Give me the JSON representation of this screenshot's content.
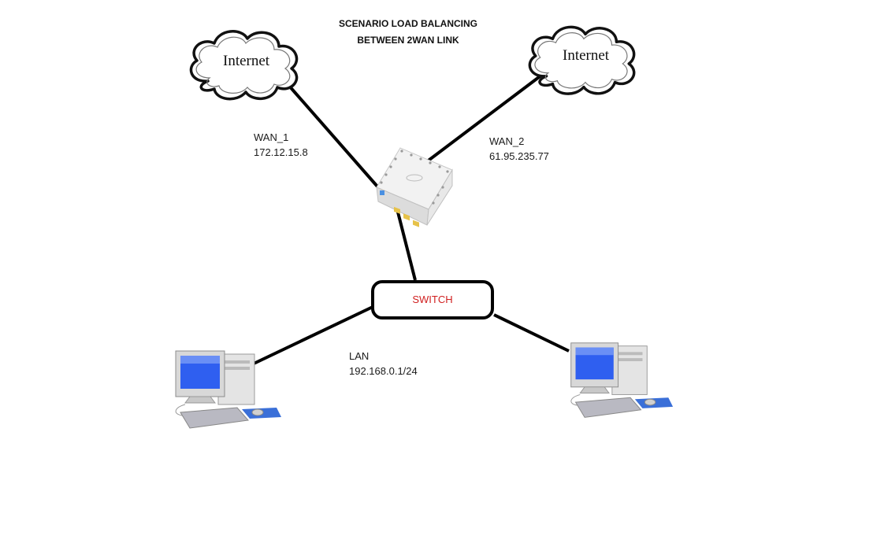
{
  "title": {
    "line1": "SCENARIO LOAD BALANCING",
    "line2": "BETWEEN 2WAN LINK"
  },
  "nodes": {
    "internet_left": {
      "label": "Internet"
    },
    "internet_right": {
      "label": "Internet"
    },
    "router": {
      "icon": "router-icon"
    },
    "switch": {
      "label": "SWITCH"
    },
    "pc_left": {
      "icon": "desktop-computer-icon"
    },
    "pc_right": {
      "icon": "desktop-computer-icon"
    }
  },
  "links": {
    "wan1": {
      "name": "WAN_1",
      "ip": "172.12.15.8"
    },
    "wan2": {
      "name": "WAN_2",
      "ip": "61.95.235.77"
    },
    "lan": {
      "name": "LAN",
      "subnet": "192.168.0.1/24"
    }
  },
  "colors": {
    "wire": "#000000",
    "switch_label": "#d02020",
    "monitor_screen": "#2f5ff0"
  }
}
